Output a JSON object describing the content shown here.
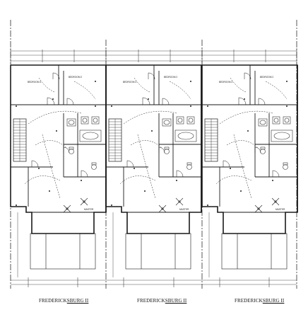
{
  "drawing": {
    "units": [
      {
        "id": "unit-1",
        "name_prefix": "FREDERICK",
        "name_underlined": "SBURG II",
        "rooms": {
          "bedroom_left": "BEDROOM 3",
          "bedroom_right": "BEDROOM 2",
          "master": "MASTER"
        }
      },
      {
        "id": "unit-2",
        "name_prefix": "FREDERICK",
        "name_underlined": "SBURG II",
        "rooms": {
          "bedroom_left": "BEDROOM 3",
          "bedroom_right": "BEDROOM 2",
          "master": "MASTER"
        }
      },
      {
        "id": "unit-3",
        "name_prefix": "FREDERICK",
        "name_underlined": "SBURG II",
        "rooms": {
          "bedroom_left": "BEDROOM 3",
          "bedroom_right": "BEDROOM 2",
          "master": "MASTER"
        }
      }
    ],
    "colors": {
      "line": "#1a1a1a",
      "fixture": "#333333",
      "paper": "#ffffff"
    }
  }
}
